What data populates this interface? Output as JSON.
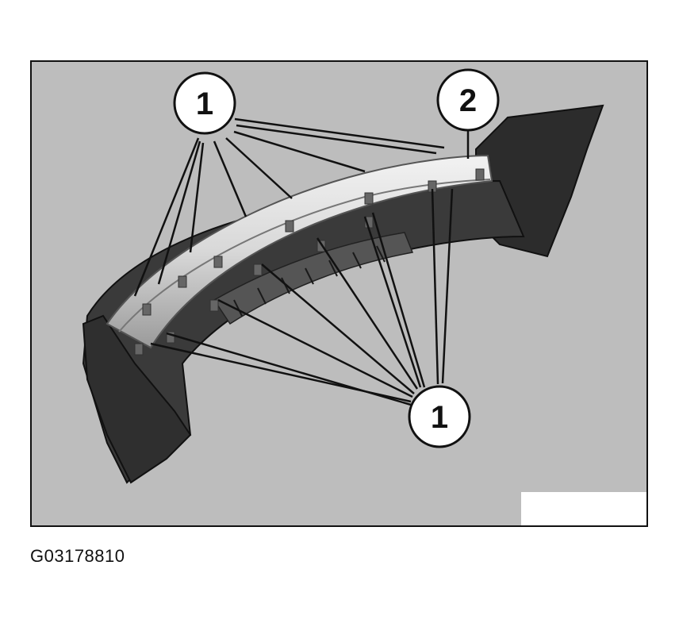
{
  "figure": {
    "callouts": [
      {
        "id": "top-left",
        "label": "1"
      },
      {
        "id": "top-right",
        "label": "2"
      },
      {
        "id": "bottom",
        "label": "1"
      }
    ]
  },
  "caption": {
    "code": "G03178810"
  }
}
